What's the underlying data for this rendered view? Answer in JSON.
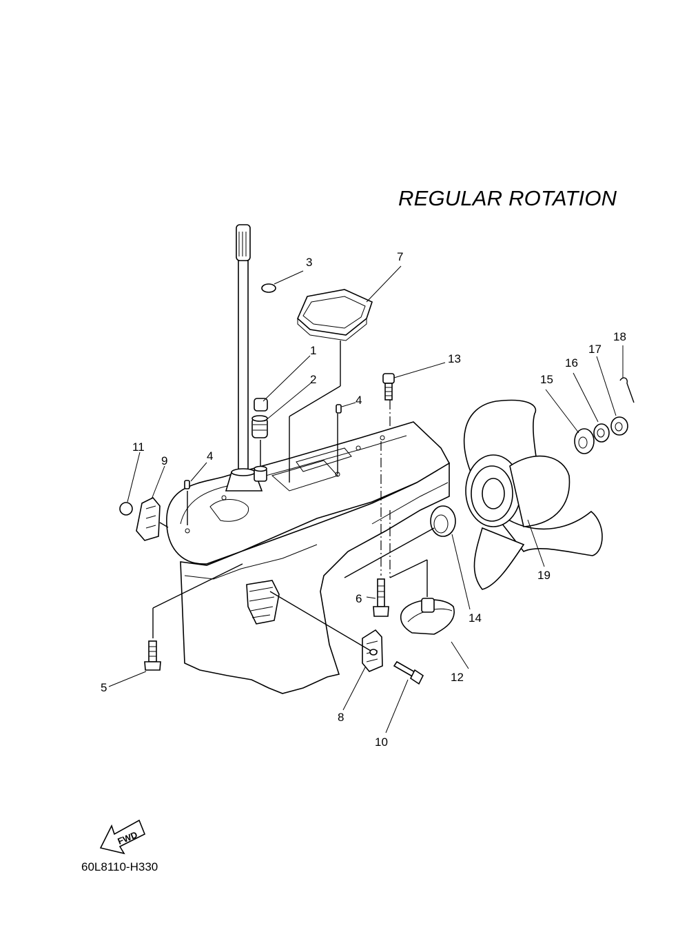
{
  "title": "REGULAR ROTATION",
  "diagram_code": "60L8110-H330",
  "fwd_label": "FWD",
  "callouts": [
    "1",
    "2",
    "3",
    "4",
    "4",
    "5",
    "6",
    "7",
    "8",
    "9",
    "10",
    "11",
    "12",
    "13",
    "14",
    "15",
    "16",
    "17",
    "18",
    "19"
  ]
}
